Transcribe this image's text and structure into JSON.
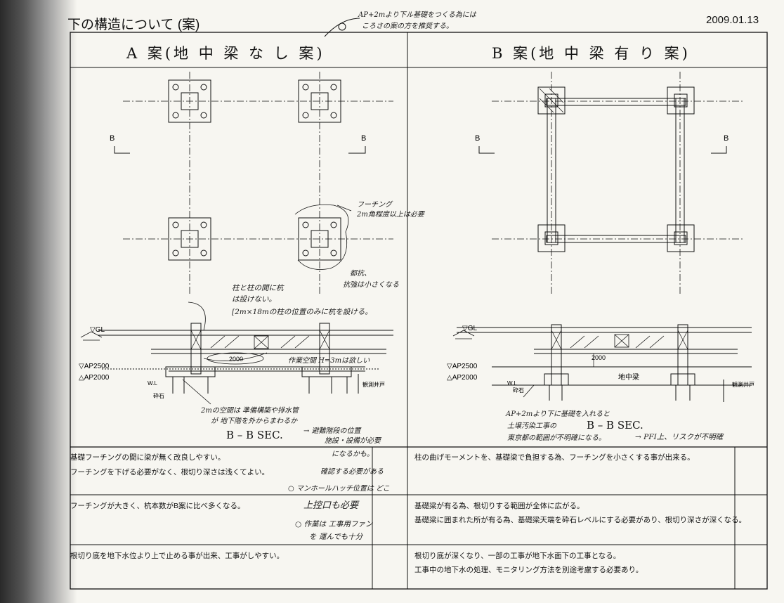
{
  "header": {
    "title": "下の構造について (案)",
    "date": "2009.01.13",
    "top_note_line1": "AP+2mより下ル基礎をつくる為には",
    "top_note_line2": "ころさの案の方を推奨する。"
  },
  "columns": {
    "a": {
      "heading": "A 案(地 中 梁 な し 案)"
    },
    "b": {
      "heading": "B 案(地 中 梁 有 り 案)"
    }
  },
  "drawing": {
    "section_marker": "B",
    "gl": "▽GL",
    "ap2500": "▽AP2500",
    "ap2000": "△AP2000",
    "wl": "W.L",
    "gravel": "砕石",
    "well": "観測井戸",
    "dim_2000": "2000",
    "section_label": "B – B SEC.",
    "b_beam_label": "地中梁"
  },
  "annotations_a": {
    "footing_note_1": "フーチング",
    "footing_note_2": "2m角程度以上は必要",
    "pile_note_1": "都抗、",
    "pile_note_2": "抗強は小さくなる",
    "between_1": "柱と柱の間に杭",
    "between_2": "は設けない。",
    "grid_note": "[2m×18mの柱の位置のみに杭を設ける。",
    "hdim_note": "作業空間 H=3mは欲しい",
    "space_note_1": "2mの空間は 準備構築や排水管",
    "space_note_2": "が 地下階を外からまわるか",
    "space_note_3": "になるかも。",
    "drain_note_1": "→ 避難階段の位置",
    "drain_note_2": "施設・設備が必要",
    "confirm_note": "確認する必要がある",
    "manhole_note": "○ マンホールハッチ位置は どこ",
    "access_note": "上控口も必要",
    "work_note_1": "○ 作業は 工事用ファン",
    "work_note_2": "を 運んでも十分"
  },
  "annotations_b": {
    "note_1": "AP+2mより下に基礎を入れると",
    "note_2": "土壌汚染工事の",
    "note_3": "東京都の範囲が不明確になる。",
    "risk_note": "→ PFI上、リスクが不明確"
  },
  "rows": [
    {
      "a_lines": [
        "基礎フーチングの間に梁が無く改良しやすい。",
        "フーチングを下げる必要がなく、根切り深さは浅くてよい。"
      ],
      "b_lines": [
        "柱の曲げモーメントを、基礎梁で負担する為、フーチングを小さくする事が出来る。"
      ]
    },
    {
      "a_lines": [
        "フーチングが大きく、杭本数がB案に比べ多くなる。"
      ],
      "b_lines": [
        "基礎梁が有る為、根切りする範囲が全体に広がる。",
        "基礎梁に囲まれた所が有る為、基礎梁天端を砕石レベルにする必要があり、根切り深さが深くなる。"
      ]
    },
    {
      "a_lines": [
        "根切り底を地下水位より上で止める事が出来、工事がしやすい。"
      ],
      "b_lines": [
        "根切り底が深くなり、一部の工事が地下水面下の工事となる。",
        "工事中の地下水の処理、モニタリング方法を別途考慮する必要あり。"
      ]
    }
  ]
}
